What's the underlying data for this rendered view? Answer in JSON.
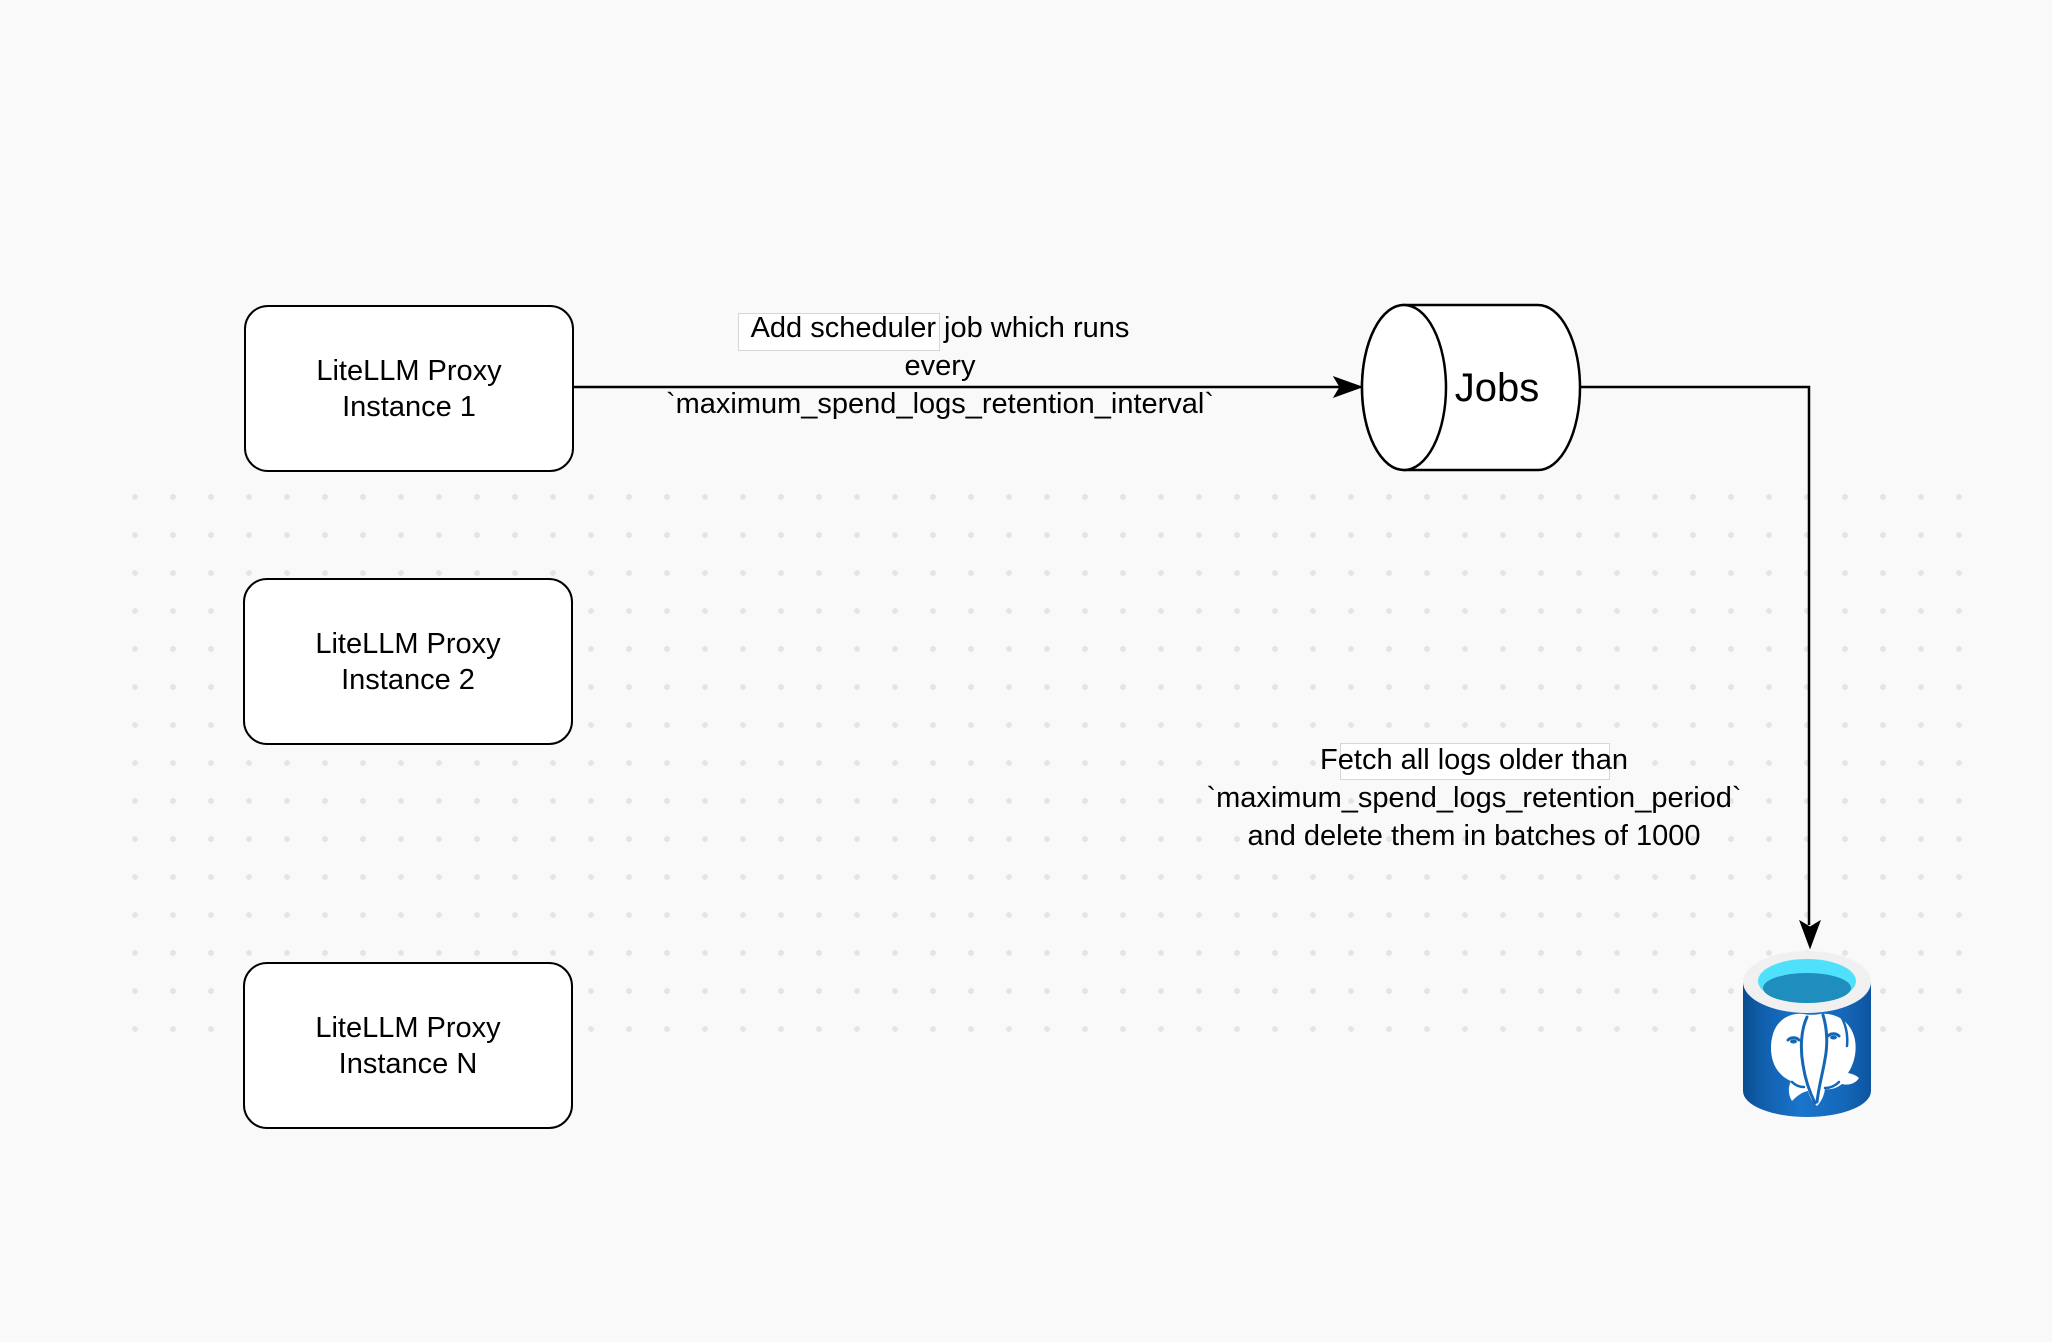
{
  "diagram": {
    "title": "LiteLLM spend-logs retention scheduler diagram",
    "nodes": {
      "instance1": {
        "line1": "LiteLLM Proxy",
        "line2": "Instance 1"
      },
      "instance2": {
        "line1": "LiteLLM Proxy",
        "line2": "Instance 2"
      },
      "instanceN": {
        "line1": "LiteLLM Proxy",
        "line2": "Instance N"
      },
      "jobs": {
        "label": "Jobs"
      },
      "database": {
        "icon": "postgresql-elephant-cylinder"
      }
    },
    "edges": {
      "scheduler": {
        "line1": "Add scheduler job which runs",
        "line2": "every `maximum_spend_logs_retention_interval`"
      },
      "fetch": {
        "line1": "Fetch all logs older than",
        "line2": "`maximum_spend_logs_retention_period`",
        "line3": "and delete them in batches of 1000"
      }
    },
    "colors": {
      "background": "#f9f9f9",
      "grid_dot": "#e4e4e4",
      "shape_stroke": "#000000",
      "shape_fill": "#ffffff",
      "label_background_border": "#d7d7d7",
      "postgres_body_blue": "#1b74cc",
      "postgres_body_dark": "#0a4c8f",
      "postgres_rim": "#f0f0f0",
      "postgres_opening_cyan": "#4fe1fb",
      "postgres_opening_teal": "#1f8dbd",
      "postgres_elephant": "#ffffff"
    }
  }
}
